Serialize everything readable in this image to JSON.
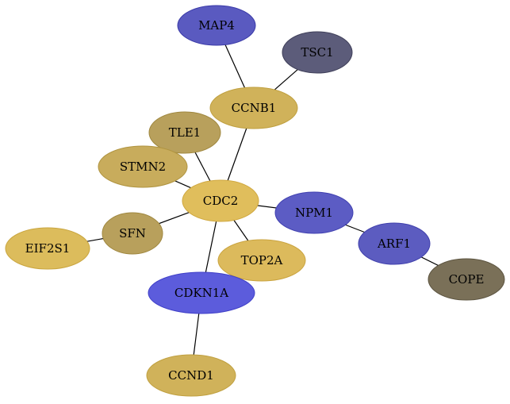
{
  "nodes": [
    {
      "id": "MAP4",
      "label": "MAP4",
      "fill": "#5a5ac0",
      "stroke": "#3a3aa8",
      "text": "#000000"
    },
    {
      "id": "TSC1",
      "label": "TSC1",
      "fill": "#5c5c7a",
      "stroke": "#40405a",
      "text": "#000000"
    },
    {
      "id": "CCNB1",
      "label": "CCNB1",
      "fill": "#d0b25a",
      "stroke": "#c0a040",
      "text": "#000000"
    },
    {
      "id": "TLE1",
      "label": "TLE1",
      "fill": "#b8a05c",
      "stroke": "#a08840",
      "text": "#000000"
    },
    {
      "id": "STMN2",
      "label": "STMN2",
      "fill": "#c8ac5c",
      "stroke": "#b09440",
      "text": "#000000"
    },
    {
      "id": "CDC2",
      "label": "CDC2",
      "fill": "#e0be5c",
      "stroke": "#d0a840",
      "text": "#000000"
    },
    {
      "id": "NPM1",
      "label": "NPM1",
      "fill": "#5c5cc4",
      "stroke": "#4040b0",
      "text": "#000000"
    },
    {
      "id": "SFN",
      "label": "SFN",
      "fill": "#b8a05c",
      "stroke": "#a08840",
      "text": "#000000"
    },
    {
      "id": "EIF2S1",
      "label": "EIF2S1",
      "fill": "#dcbc5c",
      "stroke": "#caa640",
      "text": "#000000"
    },
    {
      "id": "TOP2A",
      "label": "TOP2A",
      "fill": "#dcba5c",
      "stroke": "#caa440",
      "text": "#000000"
    },
    {
      "id": "ARF1",
      "label": "ARF1",
      "fill": "#5c5cc0",
      "stroke": "#4040ac",
      "text": "#000000"
    },
    {
      "id": "CDKN1A",
      "label": "CDKN1A",
      "fill": "#5c5cdc",
      "stroke": "#4040c8",
      "text": "#000000"
    },
    {
      "id": "COPE",
      "label": "COPE",
      "fill": "#7a7058",
      "stroke": "#5c5440",
      "text": "#000000"
    },
    {
      "id": "CCND1",
      "label": "CCND1",
      "fill": "#d0b25a",
      "stroke": "#c0a040",
      "text": "#000000"
    }
  ],
  "edges": [
    [
      "MAP4",
      "CCNB1"
    ],
    [
      "TSC1",
      "CCNB1"
    ],
    [
      "CCNB1",
      "CDC2"
    ],
    [
      "TLE1",
      "CDC2"
    ],
    [
      "STMN2",
      "CDC2"
    ],
    [
      "CDC2",
      "NPM1"
    ],
    [
      "CDC2",
      "SFN"
    ],
    [
      "CDC2",
      "TOP2A"
    ],
    [
      "CDC2",
      "CDKN1A"
    ],
    [
      "SFN",
      "EIF2S1"
    ],
    [
      "NPM1",
      "ARF1"
    ],
    [
      "ARF1",
      "COPE"
    ],
    [
      "CDKN1A",
      "CCND1"
    ]
  ]
}
